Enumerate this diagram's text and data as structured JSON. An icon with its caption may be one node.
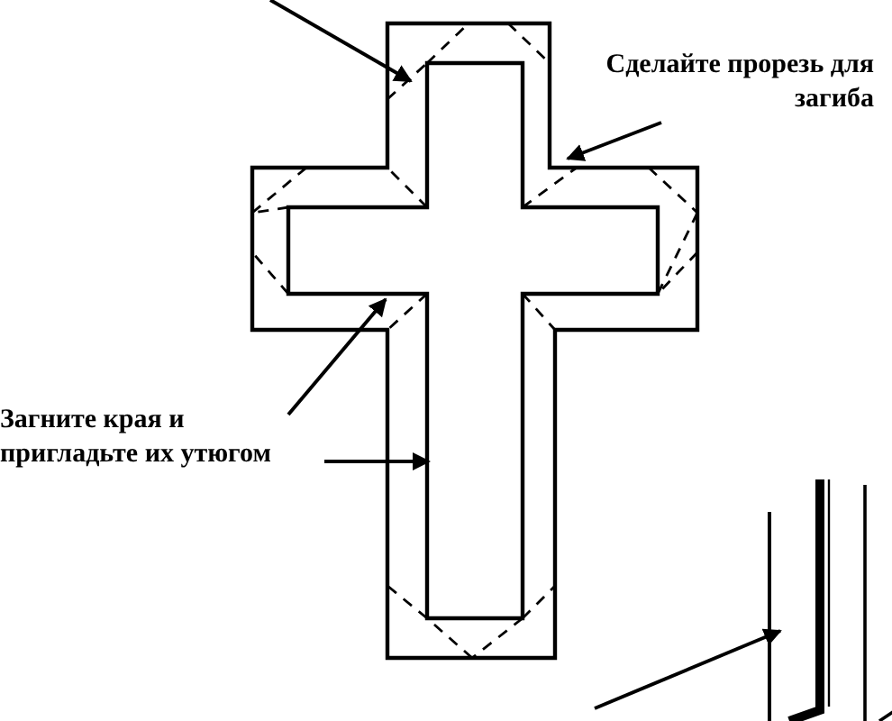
{
  "diagram": {
    "nodes": [
      {
        "text": [
          "Сделайте прорезь для загиба"
        ]
      },
      {
        "text": [
          "Загните края и пригладьте их утюгом"
        ]
      },
      {
        "text": [],
        "shape": "cross"
      },
      {
        "text": [],
        "shape": "bar"
      }
    ],
    "edges": [
      {
        "from": null,
        "to": 2,
        "arrow": "to"
      },
      {
        "from": 0,
        "to": 2,
        "arrow": "to"
      },
      {
        "from": 1,
        "to": 2,
        "arrow": "to"
      },
      {
        "from": 1,
        "to": 2,
        "arrow": "to"
      },
      {
        "from": null,
        "to": 3,
        "arrow": "to"
      }
    ]
  }
}
